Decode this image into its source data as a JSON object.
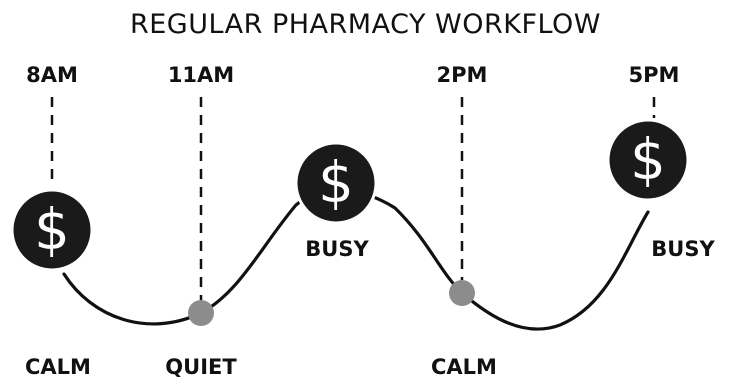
{
  "title": "REGULAR PHARMACY WORKFLOW",
  "times": [
    "8AM",
    "11AM",
    "2PM",
    "5PM"
  ],
  "states": {
    "calm_start": "CALM",
    "quiet": "QUIET",
    "busy_midday": "BUSY",
    "calm_afternoon": "CALM",
    "busy_evening": "BUSY"
  },
  "coin_symbol": "$",
  "colors": {
    "ink": "#111111",
    "coin_fill": "#1a1a1a",
    "coin_symbol": "#ffffff",
    "marker_fill": "#8c8c8c"
  }
}
